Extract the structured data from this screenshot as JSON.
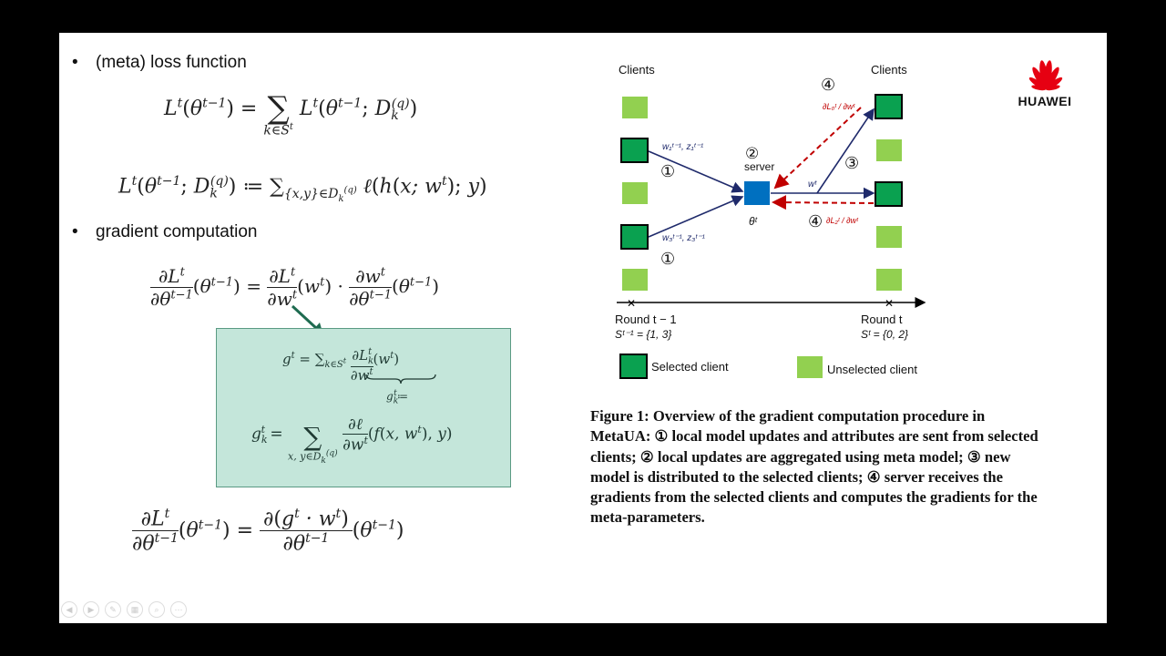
{
  "bullets": {
    "meta_loss": "(meta) loss function",
    "gradient": "gradient computation",
    "marker": "•"
  },
  "diagram": {
    "clients_left": "Clients",
    "clients_right": "Clients",
    "server": "server",
    "server_num": "②",
    "num_one_top": "①",
    "num_one_bottom": "①",
    "num_three": "③",
    "num_four_top": "④",
    "num_four_mid": "④",
    "theta": "θᵗ",
    "w_t": "wᵗ",
    "w1": "w₁ᵗ⁻¹, z₁ᵗ⁻¹",
    "w3": "w₃ᵗ⁻¹, z₃ᵗ⁻¹",
    "dL0": "∂L₀ᵗ / ∂wᵗ",
    "dL2": "∂L₂ᵗ / ∂wᵗ",
    "round_left": "Round t − 1",
    "round_right": "Round t",
    "set_left": "Sᵗ⁻¹ = {1, 3}",
    "set_right": "Sᵗ = {0, 2}",
    "legend_selected": "Selected client",
    "legend_unselected": "Unselected client",
    "colors": {
      "selected": "#0aa150",
      "unselected": "#92d050",
      "server": "#0070c0",
      "arrow": "#1f2a6b",
      "grad": "#c00000"
    }
  },
  "caption": "Figure 1: Overview of the gradient computation procedure in MetaUA: ① local model updates and attributes are sent from selected clients; ② local updates are aggregated using meta model; ③ new model is distributed to the selected clients; ④ server receives the gradients from the selected clients and computes the gradients for the meta-parameters.",
  "brand": {
    "name": "HUAWEI",
    "color": "#e60012"
  },
  "nav_icons": [
    "prev-icon",
    "next-icon",
    "pen-icon",
    "slides-icon",
    "zoom-icon",
    "more-icon"
  ]
}
